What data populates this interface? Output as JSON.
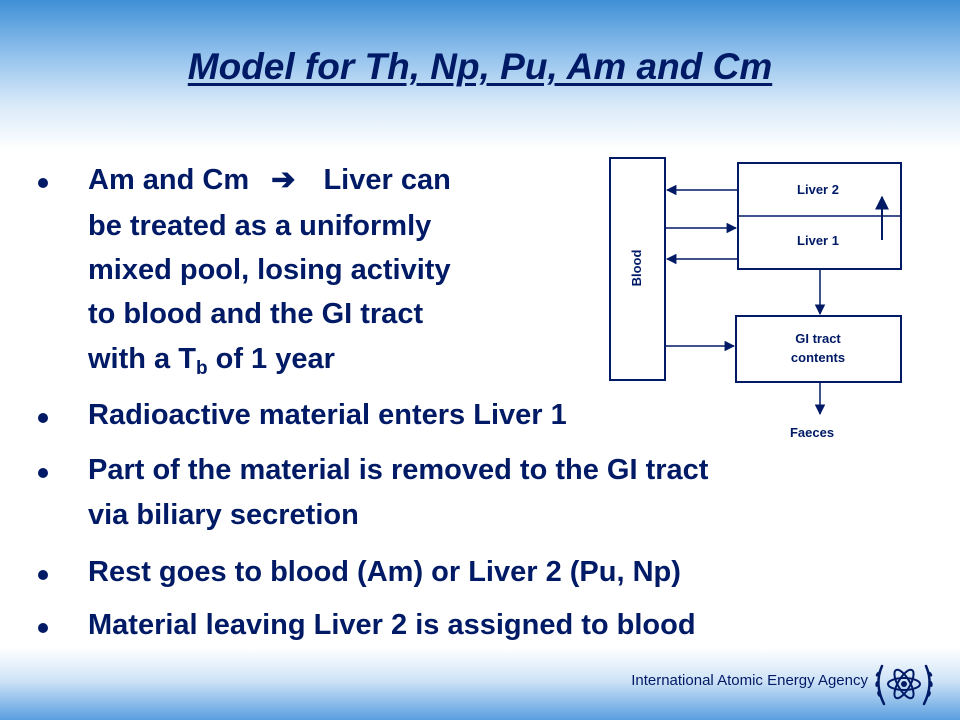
{
  "slide": {
    "title": "Model for Th, Np, Pu, Am and Cm",
    "bullets": [
      {
        "lines": [
          "Am and Cm",
          "Liver can",
          "be treated as a uniformly",
          "mixed pool, losing activity",
          "to blood and the GI tract",
          "with a T",
          "b",
          " of 1 year"
        ],
        "arrow_icon": "right-arrow-icon"
      },
      {
        "text": "Radioactive material enters Liver 1"
      },
      {
        "lines": [
          "Part of the material is removed to the GI tract",
          "via biliary secretion"
        ]
      },
      {
        "text": "Rest goes to blood (Am) or Liver 2 (Pu, Np)"
      },
      {
        "text": "Material leaving Liver 2 is assigned to blood"
      }
    ]
  },
  "diagram": {
    "blood_label": "Blood",
    "liver2_label": "Liver 2",
    "liver1_label": "Liver 1",
    "gi_label_line1": "GI tract",
    "gi_label_line2": "contents",
    "faeces_label": "Faeces"
  },
  "footer": {
    "agency": "International Atomic Energy Agency",
    "logo_icon": "iaea-atom-emblem-icon"
  },
  "colors": {
    "text": "#001a66",
    "band_top": "#3f8fd6",
    "band_bottom": "#5a9fe0"
  }
}
